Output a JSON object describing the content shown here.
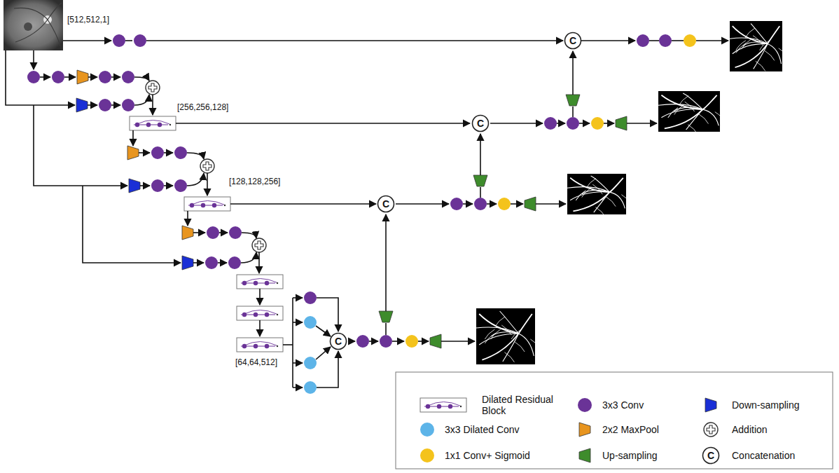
{
  "diagram": {
    "nodes": [
      {
        "text": [
          "C"
        ]
      },
      {
        "text": [
          "C"
        ]
      },
      {
        "text": [
          "C"
        ]
      },
      {
        "text": [
          "C"
        ]
      }
    ],
    "labels": [
      "[512,512,1]",
      "[256,256,128]",
      "[128,128,256]",
      "[64,64,512]",
      "C"
    ],
    "legend": [
      {
        "text": "Dilated Residual Block"
      },
      {
        "text": "3x3 Conv",
        "color": "#6a3397"
      },
      {
        "text": "Down-sampling",
        "color": "#1a2fd6"
      },
      {
        "text": "3x3 Dilated Conv",
        "color": "#5db4e8"
      },
      {
        "text": "2x2 MaxPool",
        "color": "#e8951f"
      },
      {
        "text": "Addition"
      },
      {
        "text": "1x1 Conv+ Sigmoid",
        "color": "#f4c31c"
      },
      {
        "text": "Up-sampling",
        "color": "#3e8c2c"
      },
      {
        "text": "Concatenation"
      }
    ]
  }
}
